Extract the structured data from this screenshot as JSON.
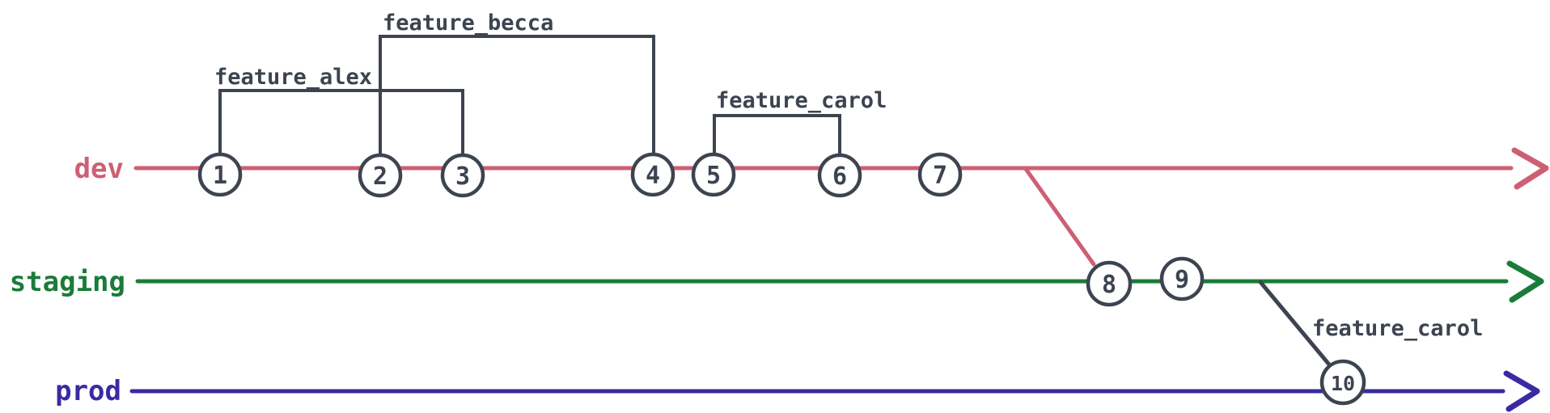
{
  "colors": {
    "background": "#ffffff",
    "dev": "#cd5f74",
    "staging": "#1a7c38",
    "prod": "#3a2aa3",
    "slate": "#3d4450",
    "node_fill": "#ffffff"
  },
  "graph": {
    "type": "git-branch-diagram",
    "branches": [
      {
        "name": "dev"
      },
      {
        "name": "staging"
      },
      {
        "name": "prod"
      }
    ],
    "commits": [
      {
        "id": "1",
        "branch": "dev"
      },
      {
        "id": "2",
        "branch": "dev"
      },
      {
        "id": "3",
        "branch": "dev"
      },
      {
        "id": "4",
        "branch": "dev"
      },
      {
        "id": "5",
        "branch": "dev"
      },
      {
        "id": "6",
        "branch": "dev"
      },
      {
        "id": "7",
        "branch": "dev"
      },
      {
        "id": "8",
        "branch": "staging"
      },
      {
        "id": "9",
        "branch": "staging"
      },
      {
        "id": "10",
        "branch": "prod"
      }
    ],
    "feature_brackets": [
      {
        "label": "feature_alex",
        "from_commit": "1",
        "to_commit": "3"
      },
      {
        "label": "feature_becca",
        "from_commit": "2",
        "to_commit": "4"
      },
      {
        "label": "feature_carol",
        "from_commit": "5",
        "to_commit": "6"
      }
    ],
    "merges": [
      {
        "from": "dev",
        "to": "staging",
        "into_commit": "8"
      },
      {
        "from": "staging",
        "to": "prod",
        "into_commit": "10",
        "label": "feature_carol"
      }
    ]
  }
}
